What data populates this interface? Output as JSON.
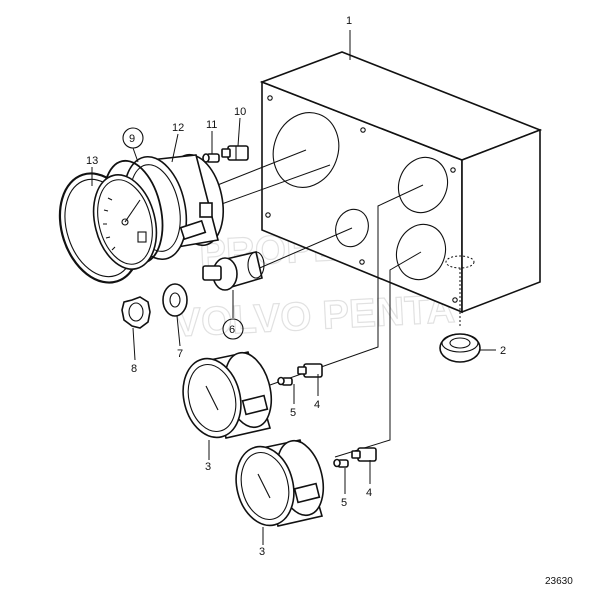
{
  "watermark": {
    "line1": "PROPERTY OF",
    "line2": "VOLVO PENTA"
  },
  "reference_number": "23630",
  "callouts": {
    "c1": "1",
    "c2": "2",
    "c3a": "3",
    "c3b": "3",
    "c4a": "4",
    "c4b": "4",
    "c5a": "5",
    "c5b": "5",
    "c6": "6",
    "c7": "7",
    "c8": "8",
    "c9": "9",
    "c10": "10",
    "c11": "11",
    "c12": "12",
    "c13": "13"
  }
}
